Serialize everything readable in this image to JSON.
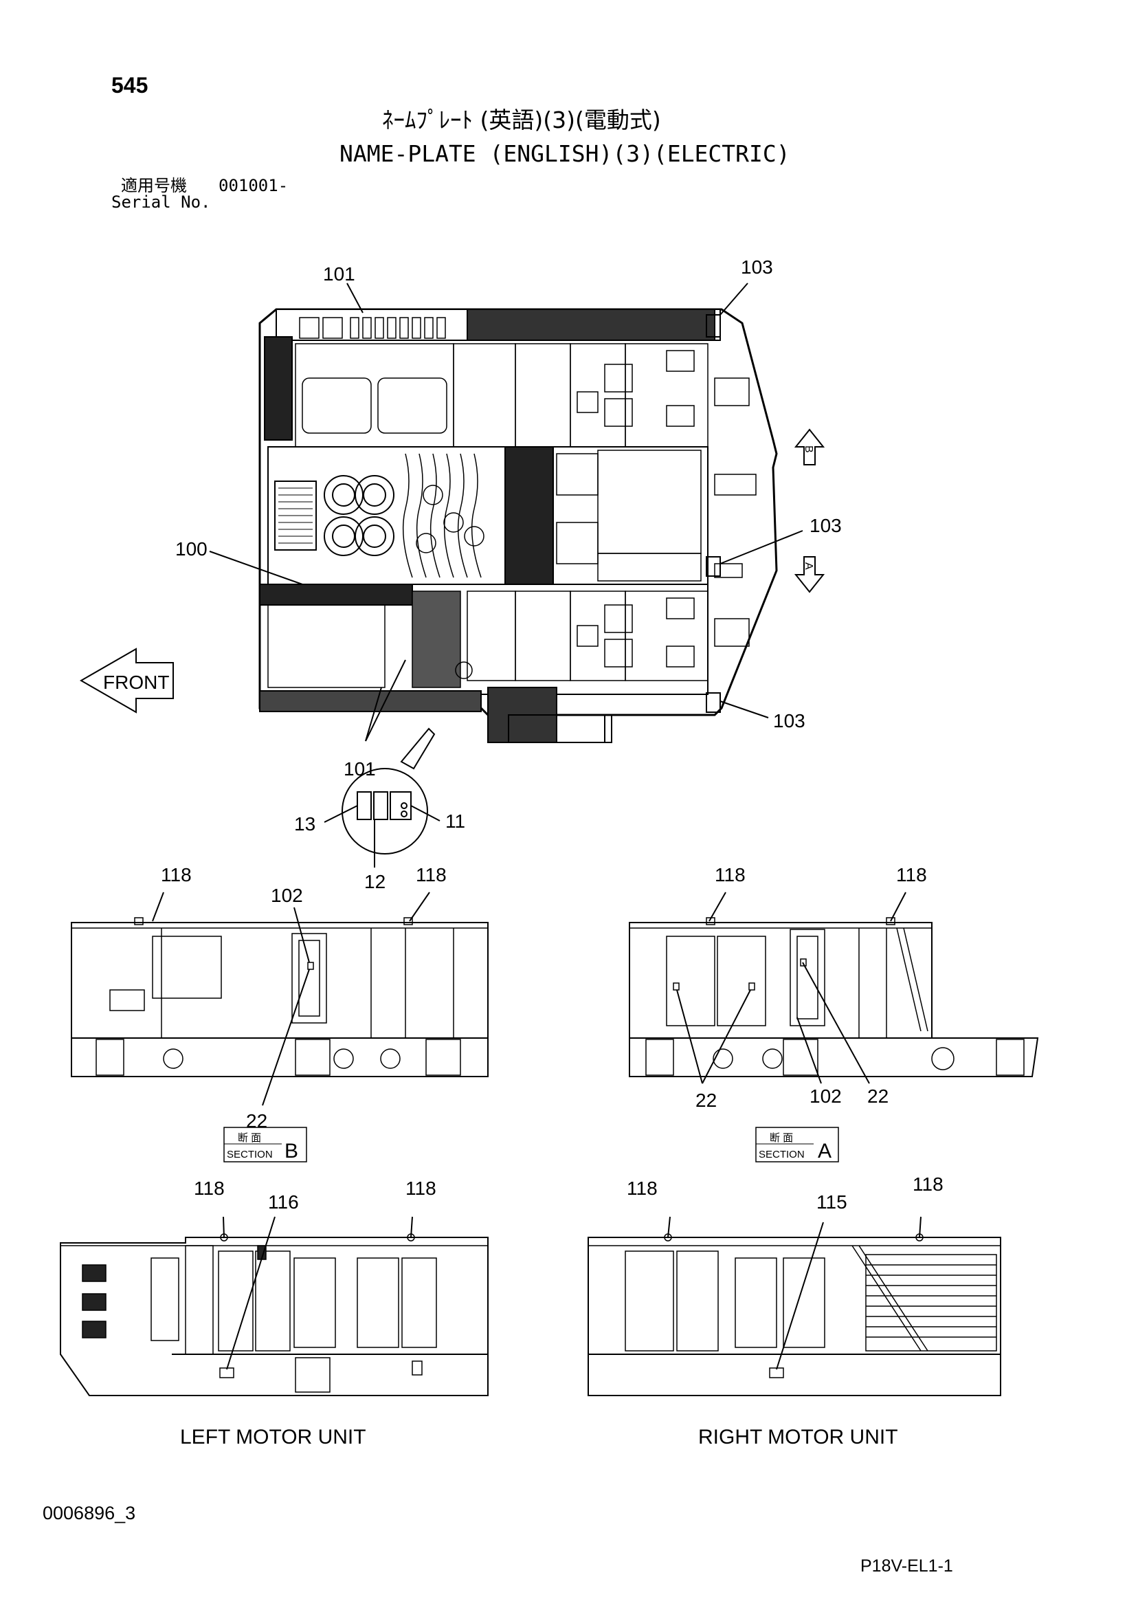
{
  "header": {
    "page_number": "545",
    "title_jp": "ﾈｰﾑﾌﾟﾚｰﾄ (英語)(3)(電動式)",
    "title_en": "NAME-PLATE (ENGLISH)(3)(ELECTRIC)",
    "serial_label_jp": "適用号機",
    "serial_value": "001001-",
    "serial_label_en": "Serial No."
  },
  "top_view": {
    "callouts": [
      "101",
      "103",
      "103",
      "100",
      "103",
      "101"
    ],
    "front_label": "FRONT",
    "arrow_b": "B",
    "arrow_a": "A",
    "detail_callouts": [
      "13",
      "11",
      "12"
    ]
  },
  "section_b": {
    "callouts": [
      "118",
      "102",
      "118",
      "22"
    ],
    "label_jp": "断 面",
    "label_en": "SECTION",
    "letter": "B"
  },
  "section_a": {
    "callouts": [
      "118",
      "118",
      "22",
      "102",
      "22"
    ],
    "label_jp": "断 面",
    "label_en": "SECTION",
    "letter": "A"
  },
  "left_motor_unit": {
    "callouts": [
      "118",
      "116",
      "118"
    ],
    "caption": "LEFT MOTOR UNIT"
  },
  "right_motor_unit": {
    "callouts": [
      "118",
      "115",
      "118"
    ],
    "caption": "RIGHT MOTOR UNIT"
  },
  "footer": {
    "doc_id": "0006896_3",
    "sheet_code": "P18V-EL1-1"
  }
}
